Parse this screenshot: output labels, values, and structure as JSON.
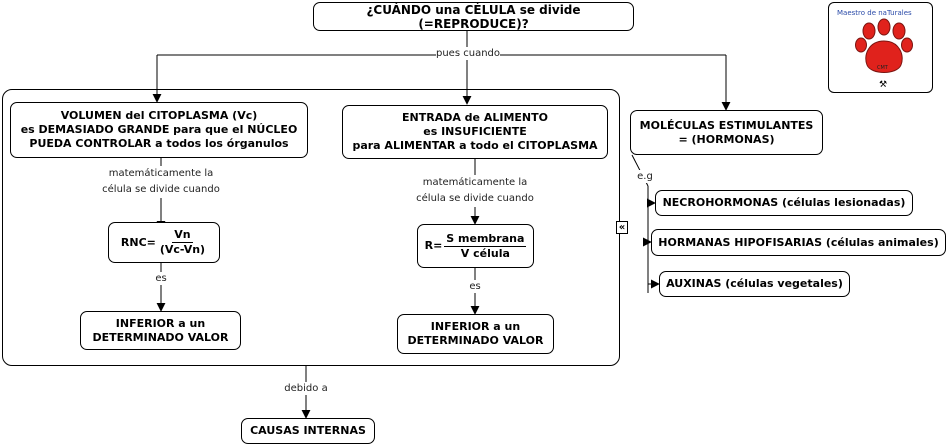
{
  "root": "¿CUÁNDO una CÉLULA se divide (=REPRODUCE)?",
  "link_root": "pues cuando",
  "branch_volume": {
    "title_lines": [
      "VOLUMEN del CITOPLASMA (Vc)",
      "es DEMASIADO GRANDE para que el NÚCLEO",
      "PUEDA CONTROLAR a todos los órganulos"
    ],
    "link_math": [
      "matemáticamente la",
      "célula se divide cuando"
    ],
    "formula_prefix": "RNC=",
    "formula_num": "Vn",
    "formula_den": "(Vc-Vn)",
    "link_es": "es",
    "result_lines": [
      "INFERIOR a un",
      "DETERMINADO VALOR"
    ]
  },
  "branch_food": {
    "title_lines": [
      "ENTRADA de ALIMENTO",
      "es INSUFICIENTE",
      "para ALIMENTAR a todo el CITOPLASMA"
    ],
    "link_math": [
      "matemáticamente la",
      "célula se divide cuando"
    ],
    "formula_prefix": "R=",
    "formula_num": "S membrana",
    "formula_den": "V célula",
    "link_es": "es",
    "result_lines": [
      "INFERIOR a un",
      "DETERMINADO VALOR"
    ]
  },
  "link_debido": "debido a",
  "internal": "CAUSAS INTERNAS",
  "molecules": {
    "title_lines": [
      "MOLÉCULAS ESTIMULANTES",
      "= (HORMONAS)"
    ],
    "link_eg": "e.g",
    "examples": [
      "NECROHORMONAS (células lesionadas)",
      "HORMANAS HIPOFISARIAS (células animales)",
      "AUXINAS (células vegetales)"
    ]
  },
  "collapse_glyph": "«",
  "logo": {
    "text_top": "Maestro de naTurales",
    "paw_text": "CMT"
  }
}
